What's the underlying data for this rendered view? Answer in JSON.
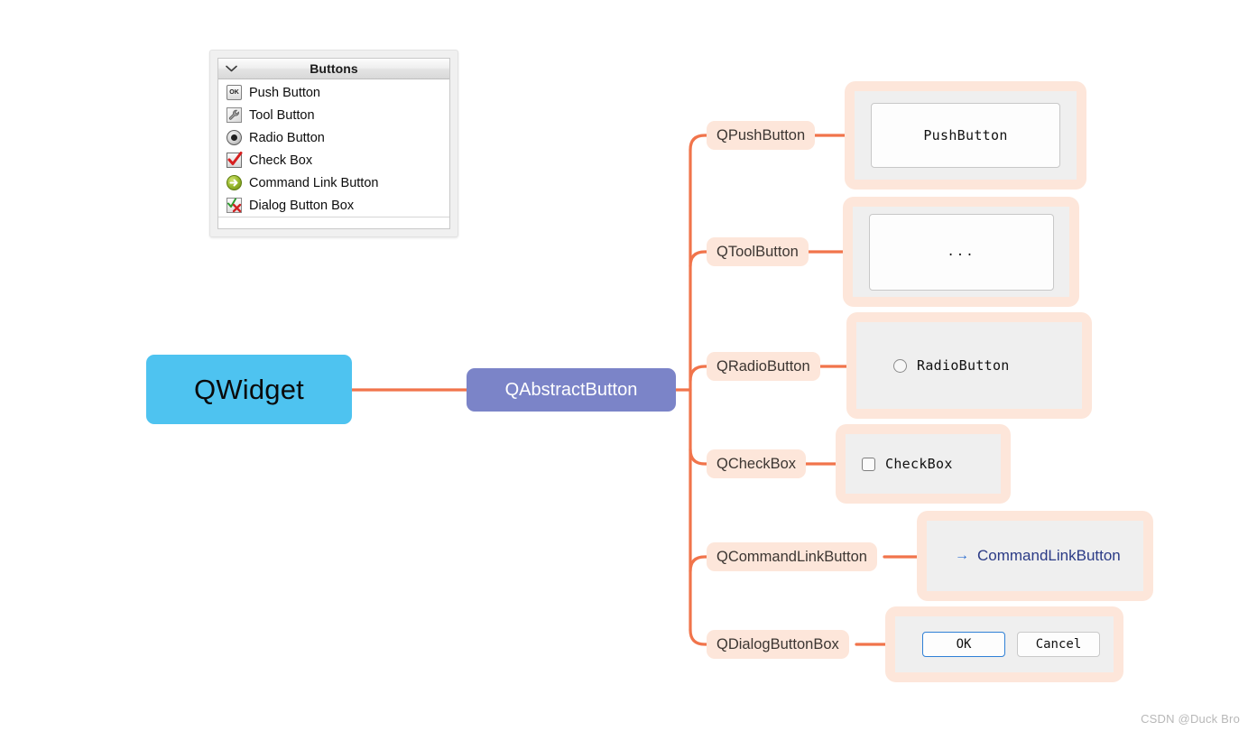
{
  "panel": {
    "header_title": "Buttons",
    "collapse_icon": "chevron-down-icon",
    "items": [
      {
        "label": "Push Button",
        "icon": "push-button-icon"
      },
      {
        "label": "Tool Button",
        "icon": "tool-button-icon"
      },
      {
        "label": "Radio Button",
        "icon": "radio-button-icon"
      },
      {
        "label": "Check Box",
        "icon": "check-box-icon"
      },
      {
        "label": "Command Link Button",
        "icon": "command-link-button-icon"
      },
      {
        "label": "Dialog Button Box",
        "icon": "dialog-button-box-icon"
      }
    ]
  },
  "diagram": {
    "root": {
      "label": "QWidget",
      "color": "#4ec3f0",
      "text_color": "#0a0a0a"
    },
    "parent": {
      "label": "QAbstractButton",
      "color": "#7b84c8",
      "text_color": "#ffffff"
    },
    "connector_color": "#f1744b",
    "pill_color": "#fde6da",
    "branches": [
      {
        "label": "QPushButton"
      },
      {
        "label": "QToolButton"
      },
      {
        "label": "QRadioButton"
      },
      {
        "label": "QCheckBox"
      },
      {
        "label": "QCommandLinkButton"
      },
      {
        "label": "QDialogButtonBox"
      }
    ]
  },
  "previews": {
    "push_button": {
      "text": "PushButton"
    },
    "tool_button": {
      "text": "..."
    },
    "radio_button": {
      "text": "RadioButton",
      "checked": false
    },
    "check_box": {
      "text": "CheckBox",
      "checked": false
    },
    "command_link_button": {
      "arrow": "→",
      "text": "CommandLinkButton",
      "text_color": "#2b3b86",
      "arrow_color": "#2f6fd0"
    },
    "dialog_button_box": {
      "buttons": [
        {
          "label": "OK",
          "default": true
        },
        {
          "label": "Cancel",
          "default": false
        }
      ]
    }
  },
  "watermark": "CSDN @Duck Bro"
}
